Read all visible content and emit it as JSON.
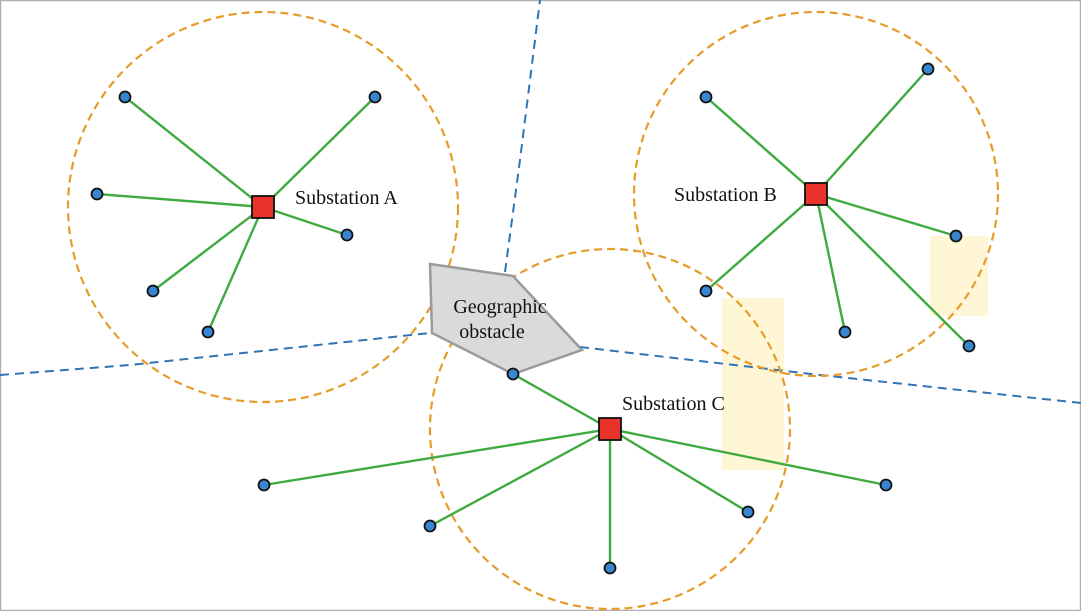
{
  "colors": {
    "border": "#b0b0b0",
    "boundary": "#2e75b6",
    "circle": "#e69b2a",
    "line": "#3faa3f",
    "substation_fill": "#e8322a",
    "node_fill": "#3a85d0",
    "obstacle_fill": "#d9dadb",
    "obstacle_stroke": "#9a9a9a",
    "overlap_fill": "#fff6d5"
  },
  "icons": {
    "substation": "red-square",
    "load_node": "blue-circle"
  },
  "substations": [
    {
      "id": "A",
      "label": "Substation A"
    },
    {
      "id": "B",
      "label": "Substation B"
    },
    {
      "id": "C",
      "label": "Substation C"
    }
  ],
  "obstacle": {
    "line1": "Geographic",
    "line2": "obstacle"
  }
}
